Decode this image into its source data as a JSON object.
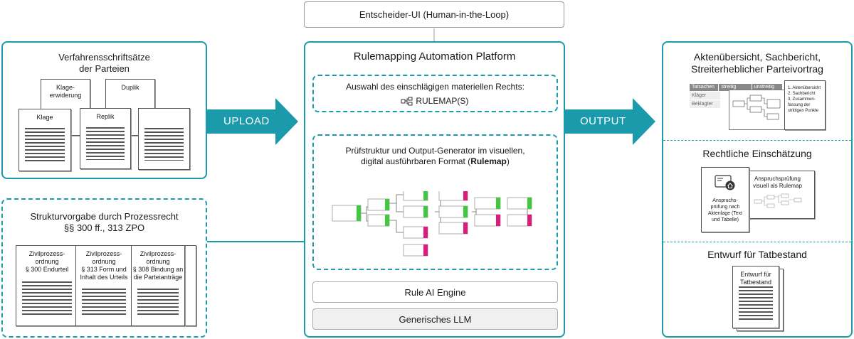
{
  "header": {
    "title": "Entscheider-UI (Human-in-the-Loop)"
  },
  "left": {
    "panel1_title": "Verfahrensschriftsätze\nder Parteien",
    "docs": {
      "klageerwiderung": "Klage-\nerwiderung",
      "duplik": "Duplik",
      "klage": "Klage",
      "replik": "Replik"
    },
    "panel2_title": "Strukturvorgabe durch Prozessrecht\n§§ 300 ff., 313 ZPO",
    "books": [
      "Zivilprozess-\nordnung\n§ 300 Endurteil",
      "Zivilprozess-\nordnung\n§ 313 Form und\nInhalt des Urteils",
      "Zivilprozess-\nordnung\n§ 308 Bindung an\ndie Parteianträge"
    ]
  },
  "arrows": {
    "upload": "UPLOAD",
    "output": "OUTPUT"
  },
  "center": {
    "title": "Rulemapping Automation Platform",
    "selection_text": "Auswahl des einschlägigen materiellen Rechts:",
    "rulemaps_label": "RULEMAP(S)",
    "generator_text_line1": "Prüfstruktur und Output-Generator im visuellen,",
    "generator_text_line2_pre": "digital ausführbaren Format (",
    "generator_text_line2_bold": "Rulemap",
    "generator_text_line2_post": ")",
    "engine": "Rule AI Engine",
    "llm": "Generisches LLM"
  },
  "right": {
    "section1_title": "Aktenübersicht, Sachbericht,\nStreiterheblicher Parteivortrag",
    "table_headers": [
      "Tatsachen",
      "streitig",
      "unstreitig"
    ],
    "table_rows": [
      "Kläger",
      "Beklagter"
    ],
    "summary_list": "1. Aktenübersicht\n2. Sachbericht\n3. Zusammen-\nfassung der\nstrittigen Punkte",
    "section2_title": "Rechtliche Einschätzung",
    "card_left_text": "Anspruchs-\nprüfung nach\nAktenlage (Text\nund Tabelle)",
    "card_right_text": "Anspruchsprüfung\nvisuell als Rulemap",
    "section3_title": "Entwurf für Tatbestand",
    "draft_label": "Entwurf für\nTatbestand"
  },
  "colors": {
    "teal": "#1a9aaa",
    "green": "#3ec93e",
    "magenta": "#e0197d"
  }
}
